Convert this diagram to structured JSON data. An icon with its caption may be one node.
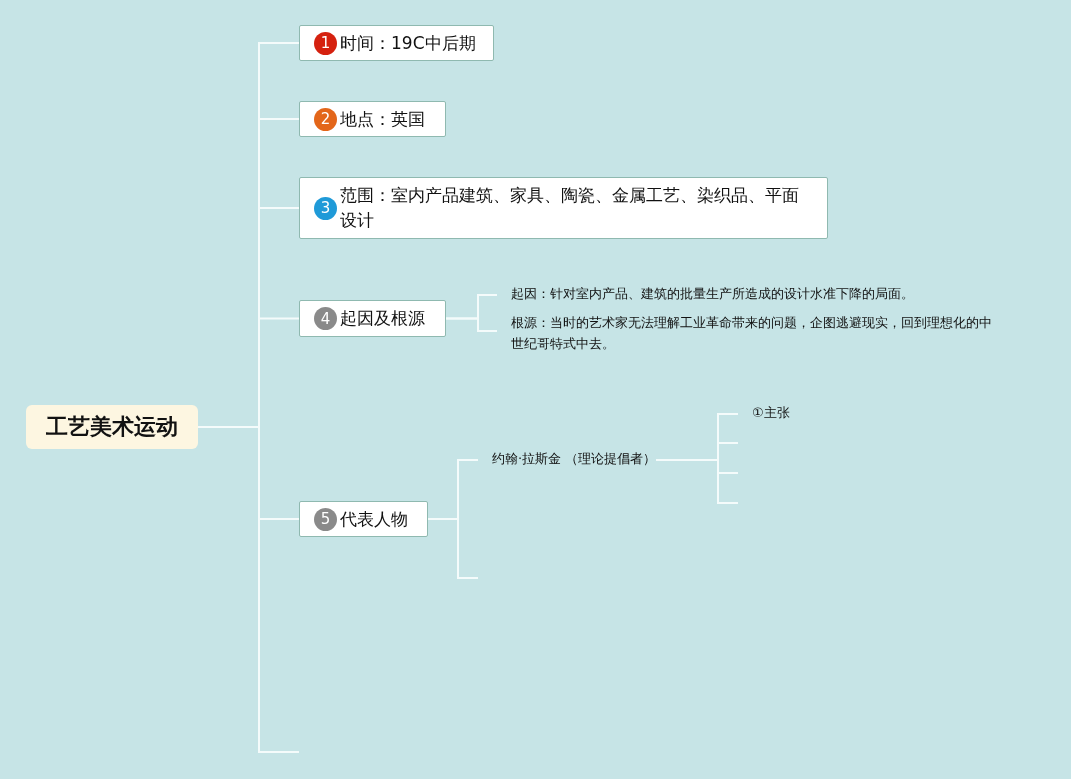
{
  "diagram": {
    "nodes": [
      {
        "text": [
          "工艺美术运动"
        ]
      },
      {
        "text": [
          "1",
          "时间：19C中后期"
        ]
      },
      {
        "text": [
          "2",
          "地点：英国"
        ]
      },
      {
        "text": [
          "3",
          "范围：室内产品建筑、家具、陶瓷、金属工艺、染织品、平面设计"
        ]
      },
      {
        "text": [
          "4",
          "起因及根源"
        ]
      },
      {
        "text": [
          "5",
          "代表人物"
        ]
      },
      {
        "text": [
          "起因：针对室内产品、建筑的批量生产所造成的设计水准下降的局面。"
        ]
      },
      {
        "text": [
          "根源：当时的艺术家无法理解工业革命带来的问题，企图逃避现实，回到理想化的中世纪哥特式中去。"
        ]
      },
      {
        "text": [
          "约翰·拉斯金 （理论提倡者）"
        ]
      },
      {
        "text": [
          "①主张"
        ]
      }
    ],
    "edges": [
      {
        "from": 0,
        "to": 1,
        "arrow": "none"
      },
      {
        "from": 0,
        "to": 2,
        "arrow": "none"
      },
      {
        "from": 0,
        "to": 3,
        "arrow": "none"
      },
      {
        "from": 0,
        "to": 4,
        "arrow": "none"
      },
      {
        "from": 0,
        "to": 5,
        "arrow": "none"
      },
      {
        "from": 0,
        "to": null,
        "arrow": "none"
      },
      {
        "from": 4,
        "to": 6,
        "arrow": "none"
      },
      {
        "from": 4,
        "to": 7,
        "arrow": "none"
      },
      {
        "from": 5,
        "to": 8,
        "arrow": "none"
      },
      {
        "from": 5,
        "to": null,
        "arrow": "none"
      },
      {
        "from": 8,
        "to": 9,
        "arrow": "none"
      },
      {
        "from": 8,
        "to": null,
        "arrow": "none"
      },
      {
        "from": 8,
        "to": null,
        "arrow": "none"
      },
      {
        "from": 8,
        "to": null,
        "arrow": "none"
      }
    ]
  }
}
